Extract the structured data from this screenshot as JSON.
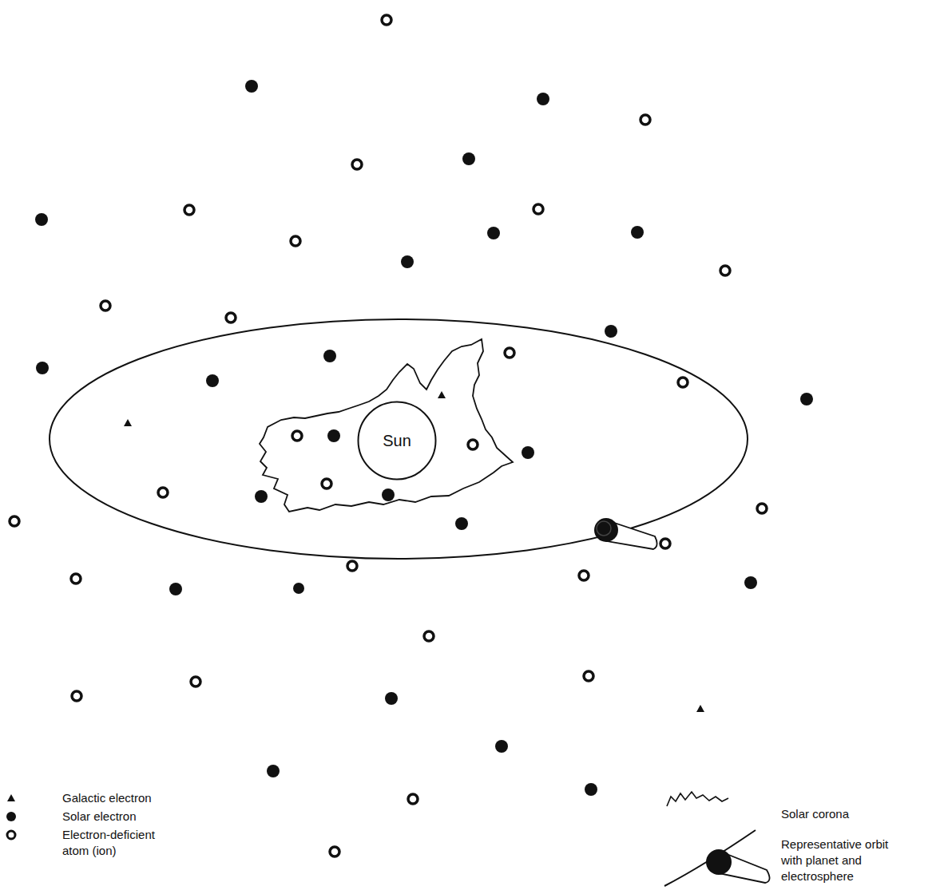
{
  "diagram": {
    "nodes": [
      {
        "text": [
          "Sun"
        ]
      }
    ],
    "legend": [
      {
        "text": "Galactic electron"
      },
      {
        "text": "Solar electron"
      },
      {
        "text": "Electron-deficient atom (ion)"
      },
      {
        "text": "Solar corona"
      },
      {
        "text": "Representative orbit with planet and electrosphere"
      }
    ]
  }
}
